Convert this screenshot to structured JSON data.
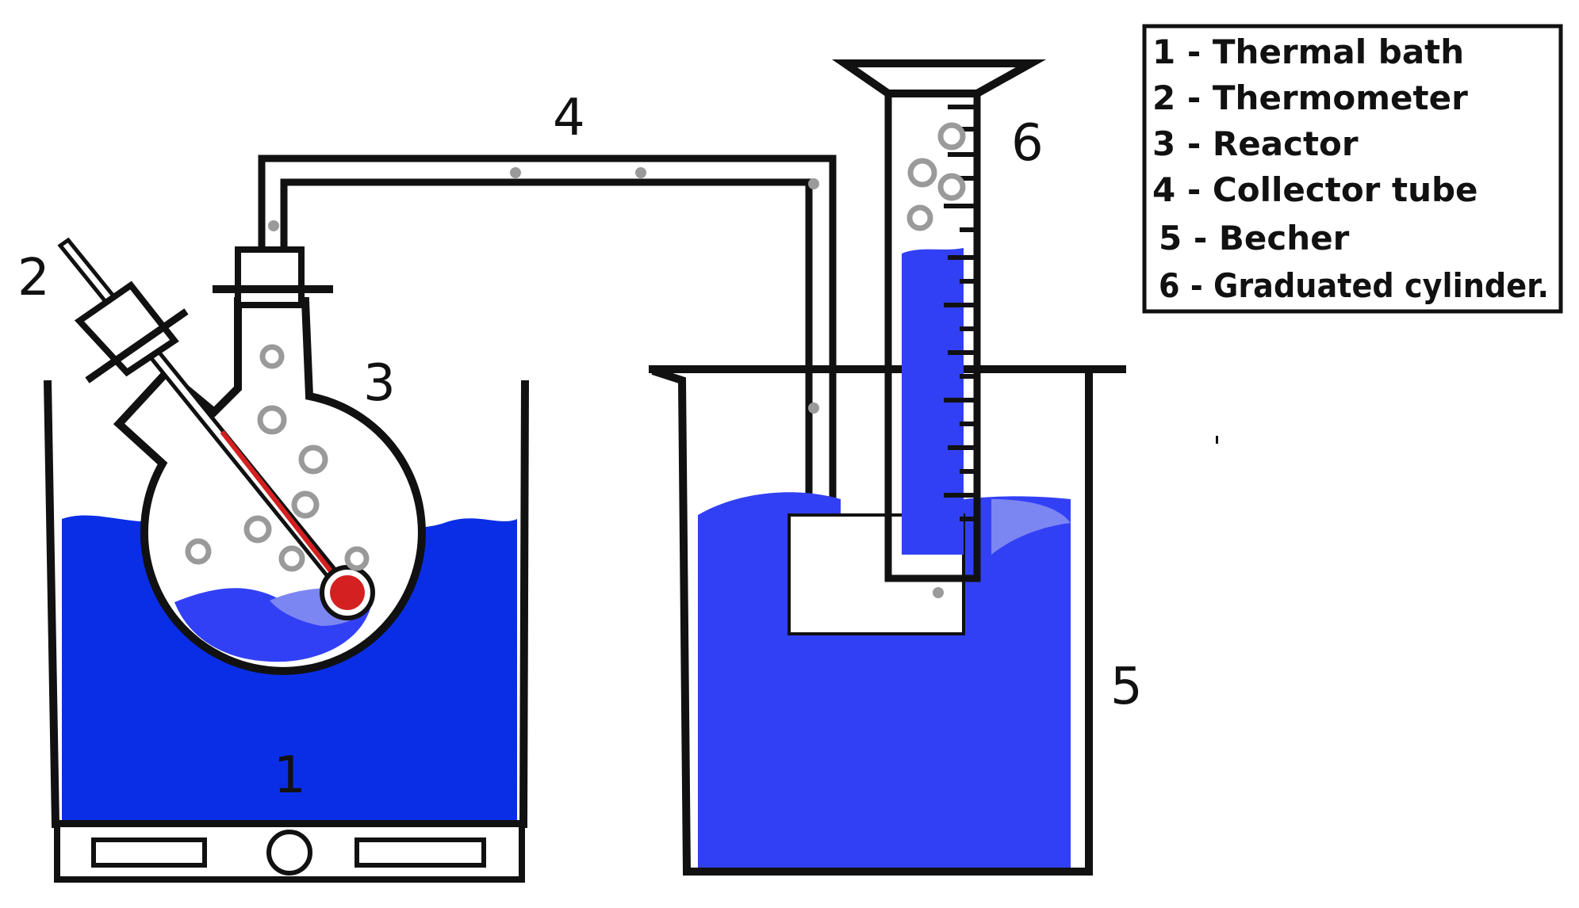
{
  "numbers": {
    "n1": "1",
    "n2": "2",
    "n3": "3",
    "n4": "4",
    "n5": "5",
    "n6": "6"
  },
  "legend": [
    "1 - Thermal bath",
    "2 - Thermometer",
    "3 - Reactor",
    "4 - Collector tube",
    "5 - Becher",
    "6 - Graduated cylinder."
  ],
  "colors": {
    "bath_water": "#0a2ee6",
    "beaker_water": "#3240f5",
    "light_water": "#7c86f3",
    "thermo_red": "#d42020",
    "bubble_gray": "#9a9a9a",
    "outline": "#111111"
  }
}
